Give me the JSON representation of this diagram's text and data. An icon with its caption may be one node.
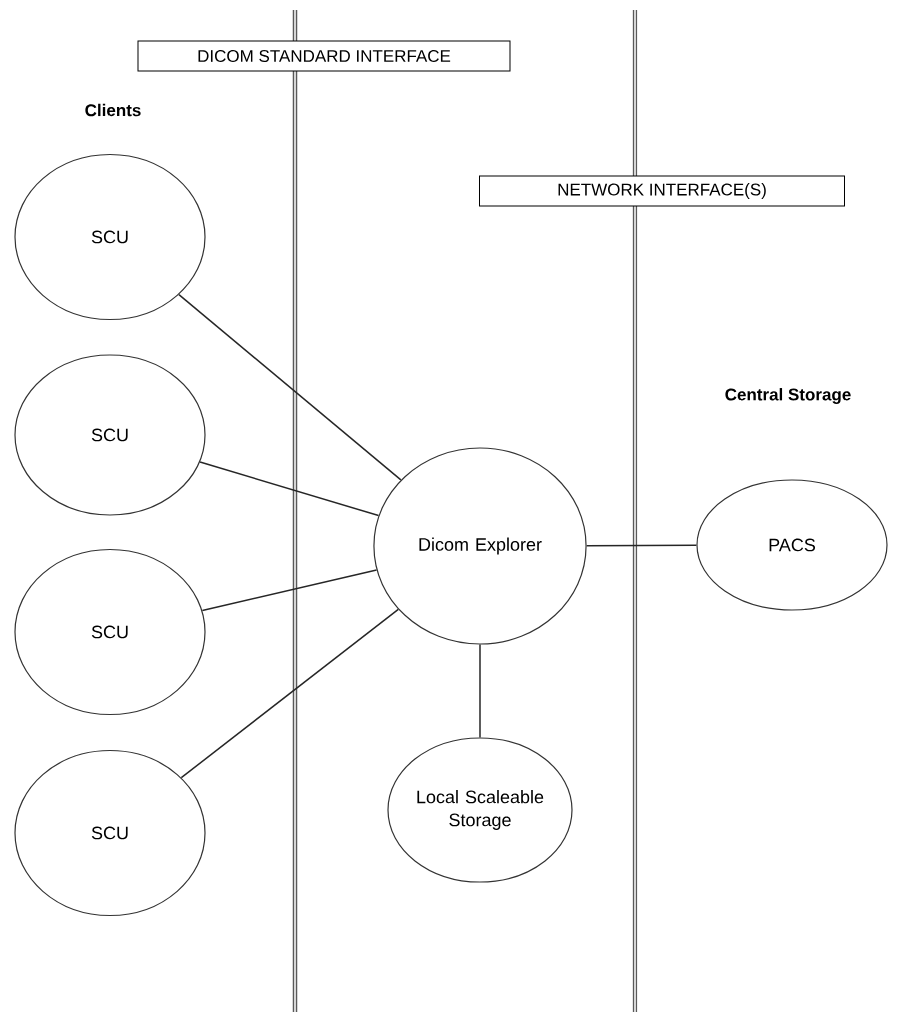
{
  "diagram": {
    "nodes": [
      {
        "text": [
          "DICOM STANDARD INTERFACE"
        ]
      },
      {
        "text": [
          "SCU"
        ]
      },
      {
        "text": [
          "NETWORK INTERFACE(S)"
        ]
      },
      {
        "text": [
          "SCU"
        ]
      },
      {
        "text": [
          "Dicom Explorer"
        ]
      },
      {
        "text": [
          "PACS"
        ]
      },
      {
        "text": [
          "SCU"
        ]
      },
      {
        "text": [
          "SCU"
        ]
      },
      {
        "text": [
          "Local Scaleable Storage"
        ]
      }
    ],
    "edges": [
      {
        "from": 1,
        "to": 4,
        "arrow": "none"
      },
      {
        "from": 3,
        "to": 4,
        "arrow": "none"
      },
      {
        "from": 6,
        "to": 4,
        "arrow": "none"
      },
      {
        "from": 7,
        "to": 4,
        "arrow": "none"
      },
      {
        "from": 4,
        "to": 5,
        "arrow": "none"
      },
      {
        "from": 4,
        "to": 8,
        "arrow": "none"
      }
    ],
    "labels": [
      "Clients",
      "Central Storage"
    ]
  }
}
